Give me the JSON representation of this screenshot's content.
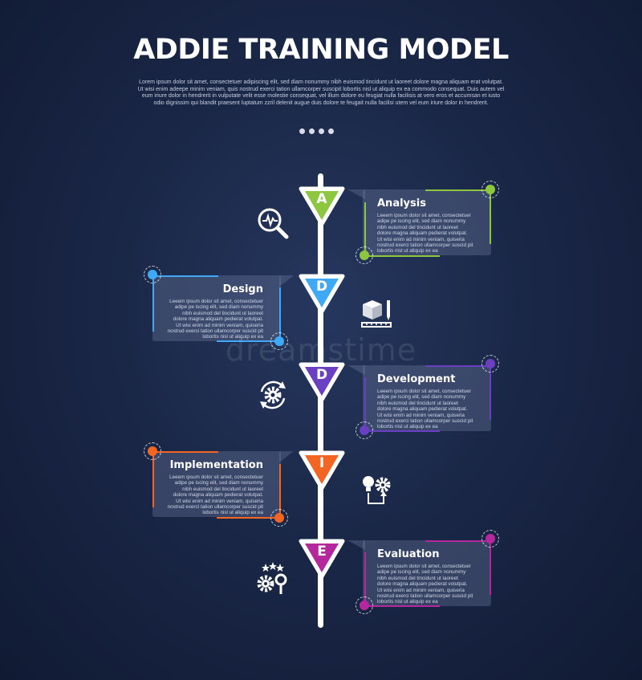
{
  "header": {
    "title": "ADDIE TRAINING MODEL",
    "subtitle": "Lorem ipsum dolor sit amet, consectetuer adipiscing elit, sed diam nonummy nibh euismod tincidunt ut laoreet dolore magna aliquam erat volutpat. Ut wisi enim adeepe minim veniam, quis nostrud exerci tation ullamcorper suscipit lobortis nisl ut aliquip ex ea commodo consequat. Duis autem vel eum iriure dolor in hendrerit in vulputate velit esse molestie consequat, vel illum dolore eu feugiat nulla facilisis at vero eros et accumsan et iusto odio dignissim qui blandit praesent luptatum zzril delenit augue duis dolore te feugait nulla facilisi utem vel eum iriure dolor in hendrerit."
  },
  "steps": [
    {
      "letter": "A",
      "title": "Analysis",
      "color": "#8dc63f",
      "icon": "analysis-magnifier-icon",
      "body": "Leeem ipsum dolor sit amet, consectetuer adipe pe iscing elit, sed diam nonummy nibh euismod del tincidunt ut laoreet dolore magna aliquam pedierat volutpat. Ut wisi enim ad minim veniam, quiseria nostrud exerci tation ullamcorper suscid pit lobortis nisl ut aliquip ex ea"
    },
    {
      "letter": "D",
      "title": "Design",
      "color": "#3fa9f5",
      "icon": "design-cube-ruler-icon",
      "body": "Leeem ipsum dolor sit amet, consectetuer adipe pe iscing elit, sed diam nonummy nibh euismod del tincidunt ut laoreet dolore magna aliquam pedierat volutpat. Ut wisi enim ad minim veniam, quiseria nostrud exerci tation ullamcorper suscid pit lobortis nisl ut aliquip ex ea"
    },
    {
      "letter": "D",
      "title": "Development",
      "color": "#6a3fc1",
      "icon": "development-gear-cycle-icon",
      "body": "Leeem ipsum dolor sit amet, consectetuer adipe pe iscing elit, sed diam nonummy nibh euismod del tincidunt ut laoreet dolore magna aliquam pedierat volutpat. Ut wisi enim ad minim veniam, quiseria nostrud exerci tation ullamcorper suscid pit lobortis nisl ut aliquip ex ea"
    },
    {
      "letter": "I",
      "title": "Implementation",
      "color": "#f26522",
      "icon": "implementation-bulb-gear-icon",
      "body": "Leeem ipsum dolor sit amet, consectetuer adipe pe iscing elit, sed diam nonummy nibh euismod del tincidunt ut laoreet dolore magna aliquam pedierat volutpat. Ut wisi enim ad minim veniam, quiseria nostrud exerci tation ullamcorper suscid pit lobortis nisl ut aliquip ex ea"
    },
    {
      "letter": "E",
      "title": "Evaluation",
      "color": "#b5279c",
      "icon": "evaluation-stars-gear-icon",
      "body": "Leeem ipsum dolor sit amet, consectetuer adipe pe iscing elit, sed diam nonummy nibh euismod del tincidunt ut laoreet dolore magna aliquam pedierat volutpat. Ut wisi enim ad minim veniam, quiseria nostrud exerci tation ullamcorper suscid pit lobortis nisl ut aliquip ex ea"
    }
  ],
  "watermark": "dreamstime"
}
